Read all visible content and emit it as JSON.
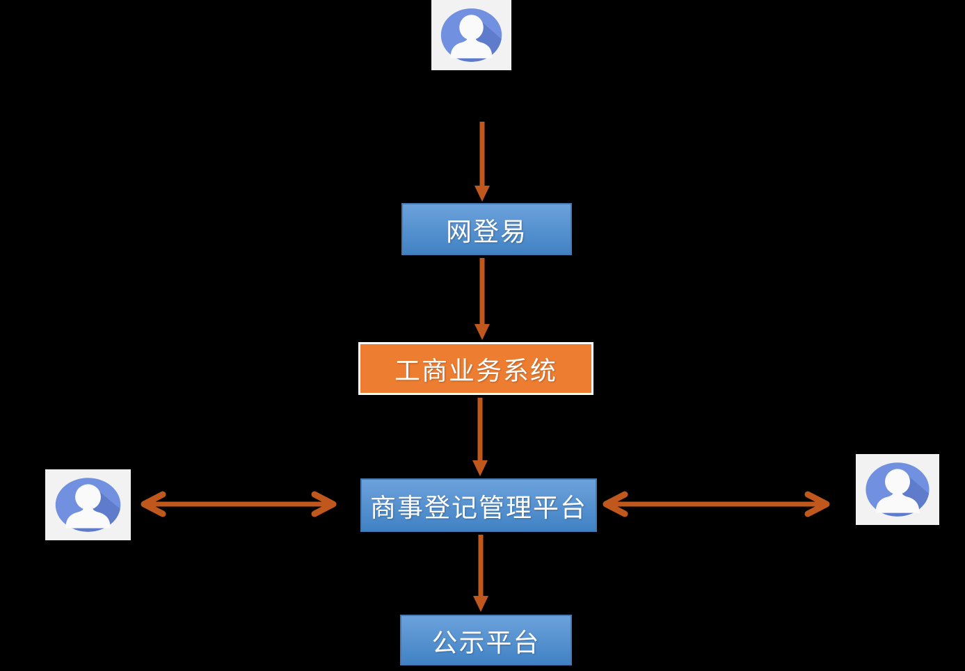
{
  "colors": {
    "canvas-bg": "#000000",
    "arrow": "#C0571C",
    "blue-top": "#6CA2DC",
    "blue-bottom": "#4182C4",
    "blue-border": "#4679B2",
    "orange-fill": "#ED7D31",
    "orange-border": "#FFFFFF",
    "node-text": "#FFFFFF",
    "avatar-bg": "#F2F2F2",
    "avatar-circle": "#7191E0",
    "avatar-shadow": "#5E7CCB",
    "avatar-person": "#FAFAFA"
  },
  "diagram": {
    "nodes": {
      "user_top": {
        "icon": "user-avatar"
      },
      "user_left": {
        "icon": "user-avatar"
      },
      "user_right": {
        "icon": "user-avatar"
      },
      "net_registration": {
        "label": "网登易",
        "style": "blue"
      },
      "business_system": {
        "label": "工商业务系统",
        "style": "orange"
      },
      "registration_platform": {
        "label": "商事登记管理平台",
        "style": "blue"
      },
      "publicity_platform": {
        "label": "公示平台",
        "style": "blue"
      }
    },
    "edges": [
      {
        "from": "user_top",
        "to": "net_registration",
        "direction": "down"
      },
      {
        "from": "net_registration",
        "to": "business_system",
        "direction": "down"
      },
      {
        "from": "business_system",
        "to": "registration_platform",
        "direction": "down"
      },
      {
        "from": "registration_platform",
        "to": "publicity_platform",
        "direction": "down"
      },
      {
        "from": "user_left",
        "to": "registration_platform",
        "direction": "both"
      },
      {
        "from": "registration_platform",
        "to": "user_right",
        "direction": "both"
      }
    ]
  }
}
